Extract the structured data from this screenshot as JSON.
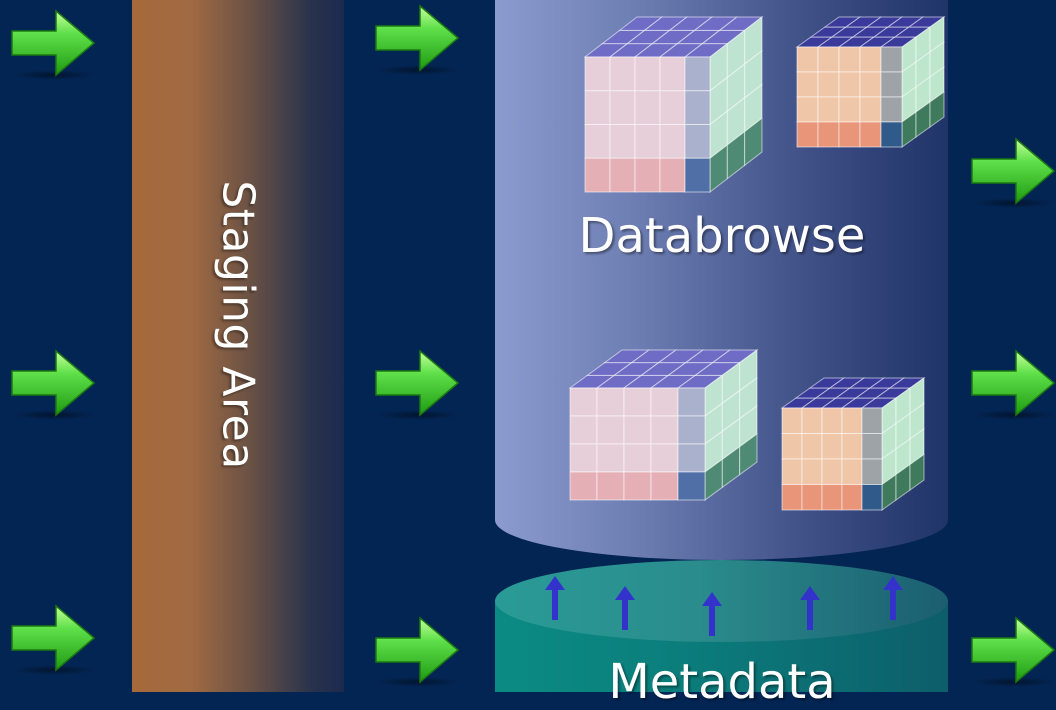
{
  "staging": {
    "label": "Staging Area"
  },
  "databrowse": {
    "label": "Databrowse"
  },
  "metadata": {
    "label": "Metadata"
  },
  "colors": {
    "background": "#032554",
    "arrow": "#33cc22",
    "up_arrow": "#3333cc",
    "databrowse_cylinder": "#6e7fb4",
    "metadata_cylinder": "#0b8b84",
    "staging_band": "#a6693b"
  },
  "icons": {
    "flow_arrow": "right-arrow-icon",
    "metadata_arrow": "up-arrow-icon",
    "data_cube": "data-cube-icon"
  }
}
